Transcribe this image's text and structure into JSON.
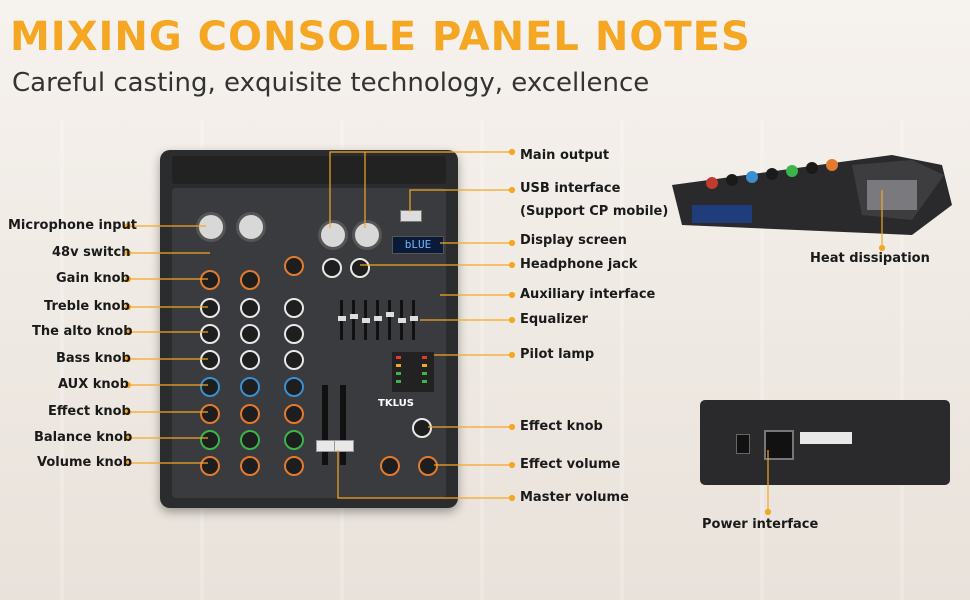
{
  "header": {
    "title": "MIXING CONSOLE PANEL NOTES",
    "subtitle": "Careful casting, exquisite technology, excellence"
  },
  "left_labels": [
    "Microphone input",
    "48v switch",
    "Gain knob",
    "Treble knob",
    "The alto knob",
    "Bass knob",
    "AUX knob",
    "Effect knob",
    "Balance knob",
    "Volume knob"
  ],
  "right_labels": {
    "main_output": "Main output",
    "usb_interface": "USB interface",
    "usb_note": "(Support CP mobile)",
    "display_screen": "Display screen",
    "headphone_jack": "Headphone jack",
    "auxiliary_interface": "Auxiliary interface",
    "equalizer": "Equalizer",
    "pilot_lamp": "Pilot lamp",
    "effect_knob": "Effect knob",
    "effect_volume": "Effect volume",
    "master_volume": "Master volume"
  },
  "side_labels": {
    "heat_dissipation": "Heat dissipation",
    "power_interface": "Power interface"
  },
  "device": {
    "brand": "TKLUS",
    "display_text": "bLUE"
  },
  "colors": {
    "accent": "#f5a623",
    "callout": "#f5a623"
  }
}
